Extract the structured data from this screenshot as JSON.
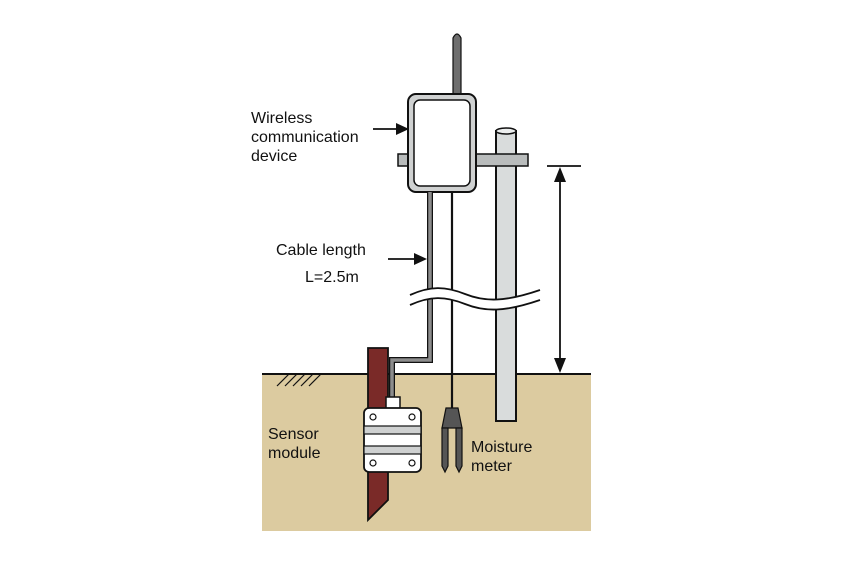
{
  "labels": {
    "wireless_line1": "Wireless",
    "wireless_line2": "communication",
    "wireless_line3": "device",
    "cable_length": "Cable length",
    "cable_value": "L=2.5m",
    "sensor_line1": "Sensor",
    "sensor_line2": "module",
    "moisture_line1": "Moisture",
    "moisture_line2": "meter"
  },
  "colors": {
    "soil": "#dccba0",
    "stake": "#7a2a28",
    "pole": "#d9dcdc",
    "cable": "#8c8c8c",
    "device_body": "#ffffff",
    "device_frame": "#cfd1d1",
    "outline": "#111111"
  }
}
